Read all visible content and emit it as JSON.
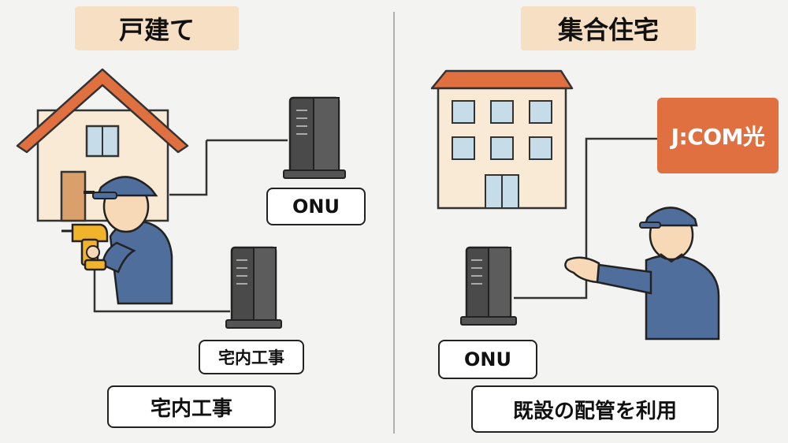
{
  "left_panel": {
    "title": "戸建て",
    "onu_label": "ONU",
    "device_caption": "宅内工事",
    "caption": "宅内工事"
  },
  "right_panel": {
    "title": "集合住宅",
    "brand": "J:COM光",
    "onu_label": "ONU",
    "caption": "既設の配管を利用"
  },
  "colors": {
    "header_bg": "#f7dfc4",
    "roof": "#e0703f",
    "wall": "#f8ead4",
    "window": "#c7dce9",
    "device": "#4a4a4a",
    "uniform": "#4f6e9c",
    "brand_bg": "#e07040",
    "drill": "#f1b32a"
  }
}
